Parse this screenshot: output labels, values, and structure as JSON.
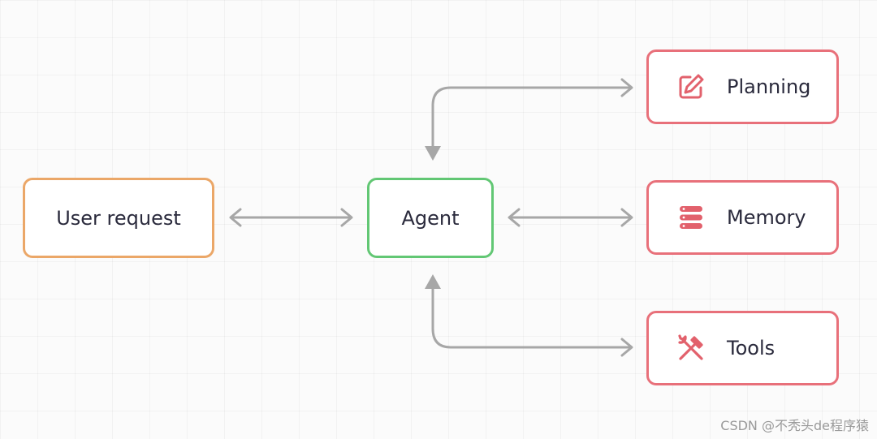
{
  "diagram": {
    "nodes": {
      "user_request": "User request",
      "agent": "Agent",
      "planning": "Planning",
      "memory": "Memory",
      "tools": "Tools"
    },
    "icons": {
      "planning": "edit-icon",
      "memory": "database-icon",
      "tools": "tools-icon"
    },
    "colors": {
      "user_border": "#eba768",
      "agent_border": "#62c774",
      "side_border": "#e8707a",
      "icon": "#e2616c",
      "arrow": "#a7a7a7"
    }
  },
  "watermark": "CSDN @不秃头de程序猿"
}
